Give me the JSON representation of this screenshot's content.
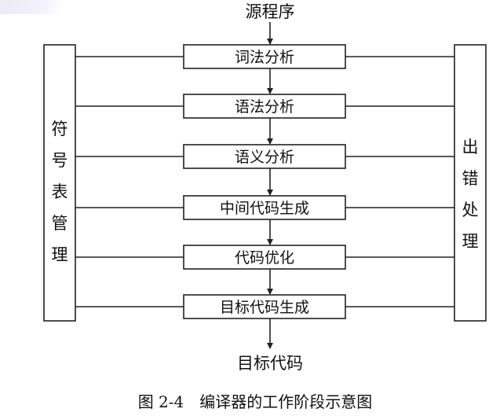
{
  "diagram": {
    "source_label": "源程序",
    "target_label": "目标代码",
    "stages": [
      "词法分析",
      "语法分析",
      "语义分析",
      "中间代码生成",
      "代码优化",
      "目标代码生成"
    ],
    "left_panel": {
      "label_chars": [
        "符",
        "号",
        "表",
        "管",
        "理"
      ]
    },
    "right_panel": {
      "label_chars": [
        "出",
        "错",
        "处",
        "理"
      ]
    },
    "caption": "图 2-4　编译器的工作阶段示意图"
  }
}
